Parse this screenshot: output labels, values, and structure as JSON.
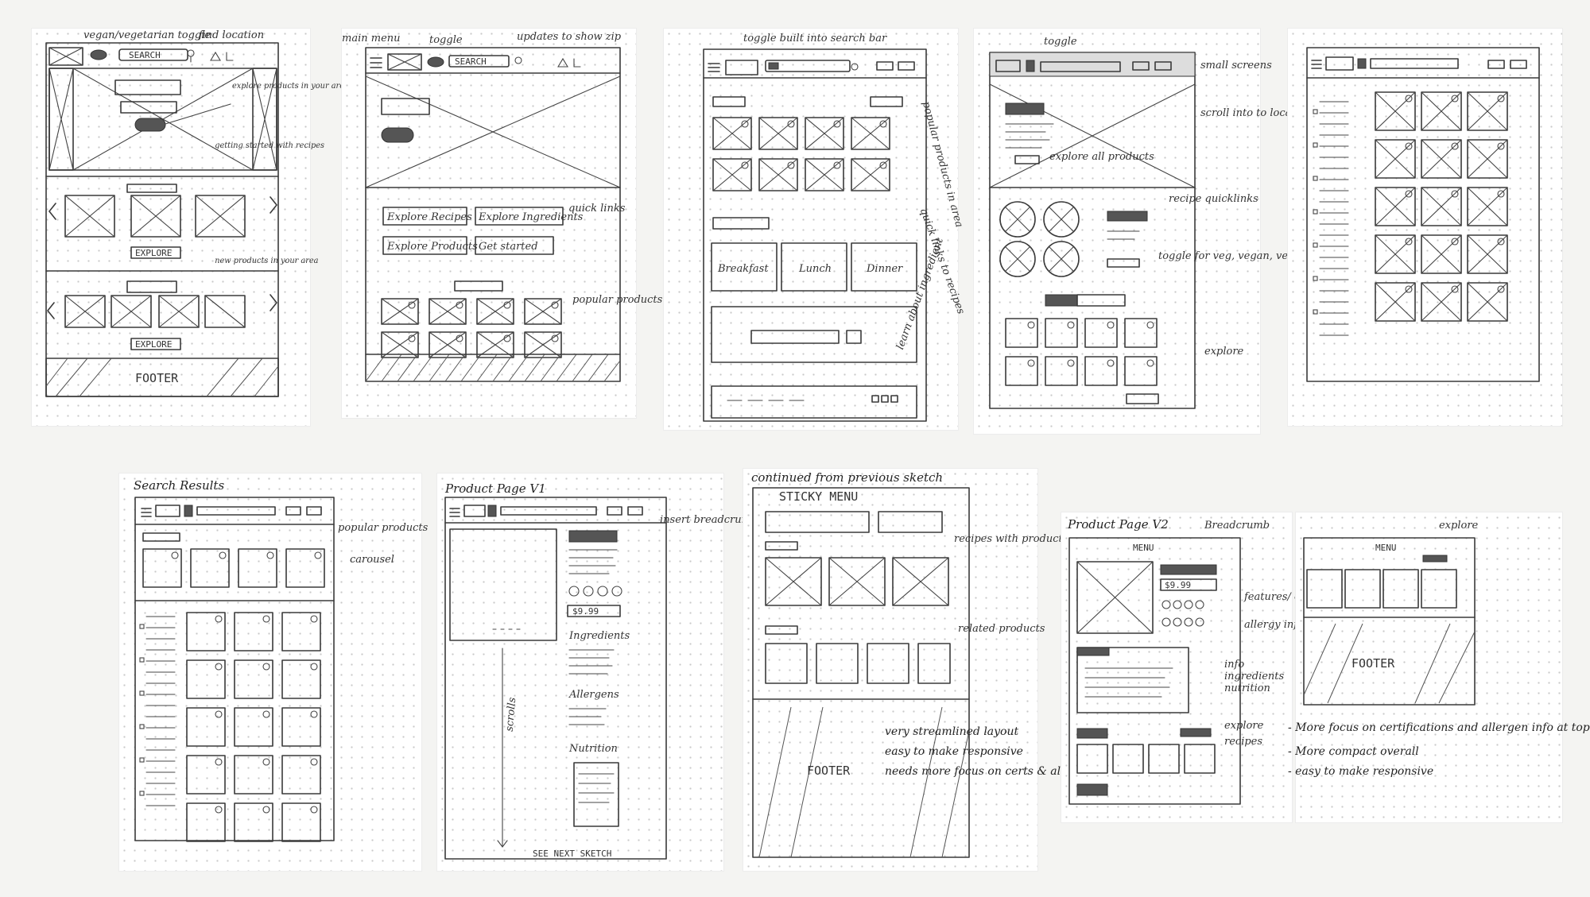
{
  "sketch1": {
    "notes": {
      "toggle": "vegan/vegetarian toggle",
      "find_location": "find location",
      "explore": "explore products in your area",
      "getting_started": "getting started with recipes",
      "new_products": "new products in your area"
    },
    "search_label": "SEARCH",
    "explore_btn_1": "EXPLORE",
    "explore_btn_2": "EXPLORE",
    "footer": "FOOTER"
  },
  "sketch2": {
    "notes": {
      "main_menu": "main menu",
      "toggle": "toggle",
      "updates_zip": "updates to show zip",
      "quick_links": "quick links",
      "popular_products": "popular products"
    },
    "search_label": "SEARCH",
    "links": [
      "Explore Recipes",
      "Explore Ingredients",
      "Explore Products",
      "Get started"
    ]
  },
  "sketch3": {
    "notes": {
      "toggle_built": "toggle built into search bar",
      "popular_products": "popular products in area",
      "quick_links_recipes": "quick links to recipes",
      "learn_ingredient": "learn about ingredient"
    },
    "meals": [
      "Breakfast",
      "Lunch",
      "Dinner"
    ]
  },
  "sketch4": {
    "notes": {
      "toggle": "toggle",
      "small_screens": "small screens",
      "scroll": "scroll into to local greens",
      "explore_all": "explore all products",
      "recipe_quicklinks": "recipe quicklinks",
      "toggle_veg": "toggle for veg, vegan, vegetarian products",
      "explore": "explore"
    }
  },
  "sketch6": {
    "title": "Search Results",
    "notes": {
      "popular_products": "popular products",
      "carousel": "carousel"
    }
  },
  "sketch7": {
    "title": "Product Page V1",
    "notes": {
      "insert_breadcrumb": "insert breadcrumb",
      "scrolls": "scrolls"
    },
    "price": "$9.99",
    "ingredients": "Ingredients",
    "allergens": "Allergens",
    "nutrition": "Nutrition",
    "see_next": "SEE NEXT SKETCH"
  },
  "sketch8": {
    "title": "continued from previous sketch",
    "sticky_menu": "STICKY MENU",
    "notes": {
      "recipes_with_product": "recipes with product",
      "related_products": "related products"
    },
    "footer": "FOOTER",
    "bullets": [
      "very streamlined layout",
      "easy to make responsive",
      "needs more focus on certs & allergens"
    ]
  },
  "sketch9": {
    "title": "Product Page V2",
    "breadcrumb": "Breadcrumb",
    "menu": "MENU",
    "price": "$9.99",
    "notes": {
      "features_certs": "features/ certs",
      "allergy_info": "allergy info",
      "info": "info",
      "ingredients": "ingredients",
      "nutrition": "nutrition",
      "explore": "explore",
      "recipes": "recipes"
    }
  },
  "sketch10": {
    "menu": "MENU",
    "explore": "explore",
    "footer": "FOOTER",
    "bullets": [
      "- More focus on certifications and allergen info at top",
      "- More compact overall",
      "- easy to make responsive"
    ]
  }
}
